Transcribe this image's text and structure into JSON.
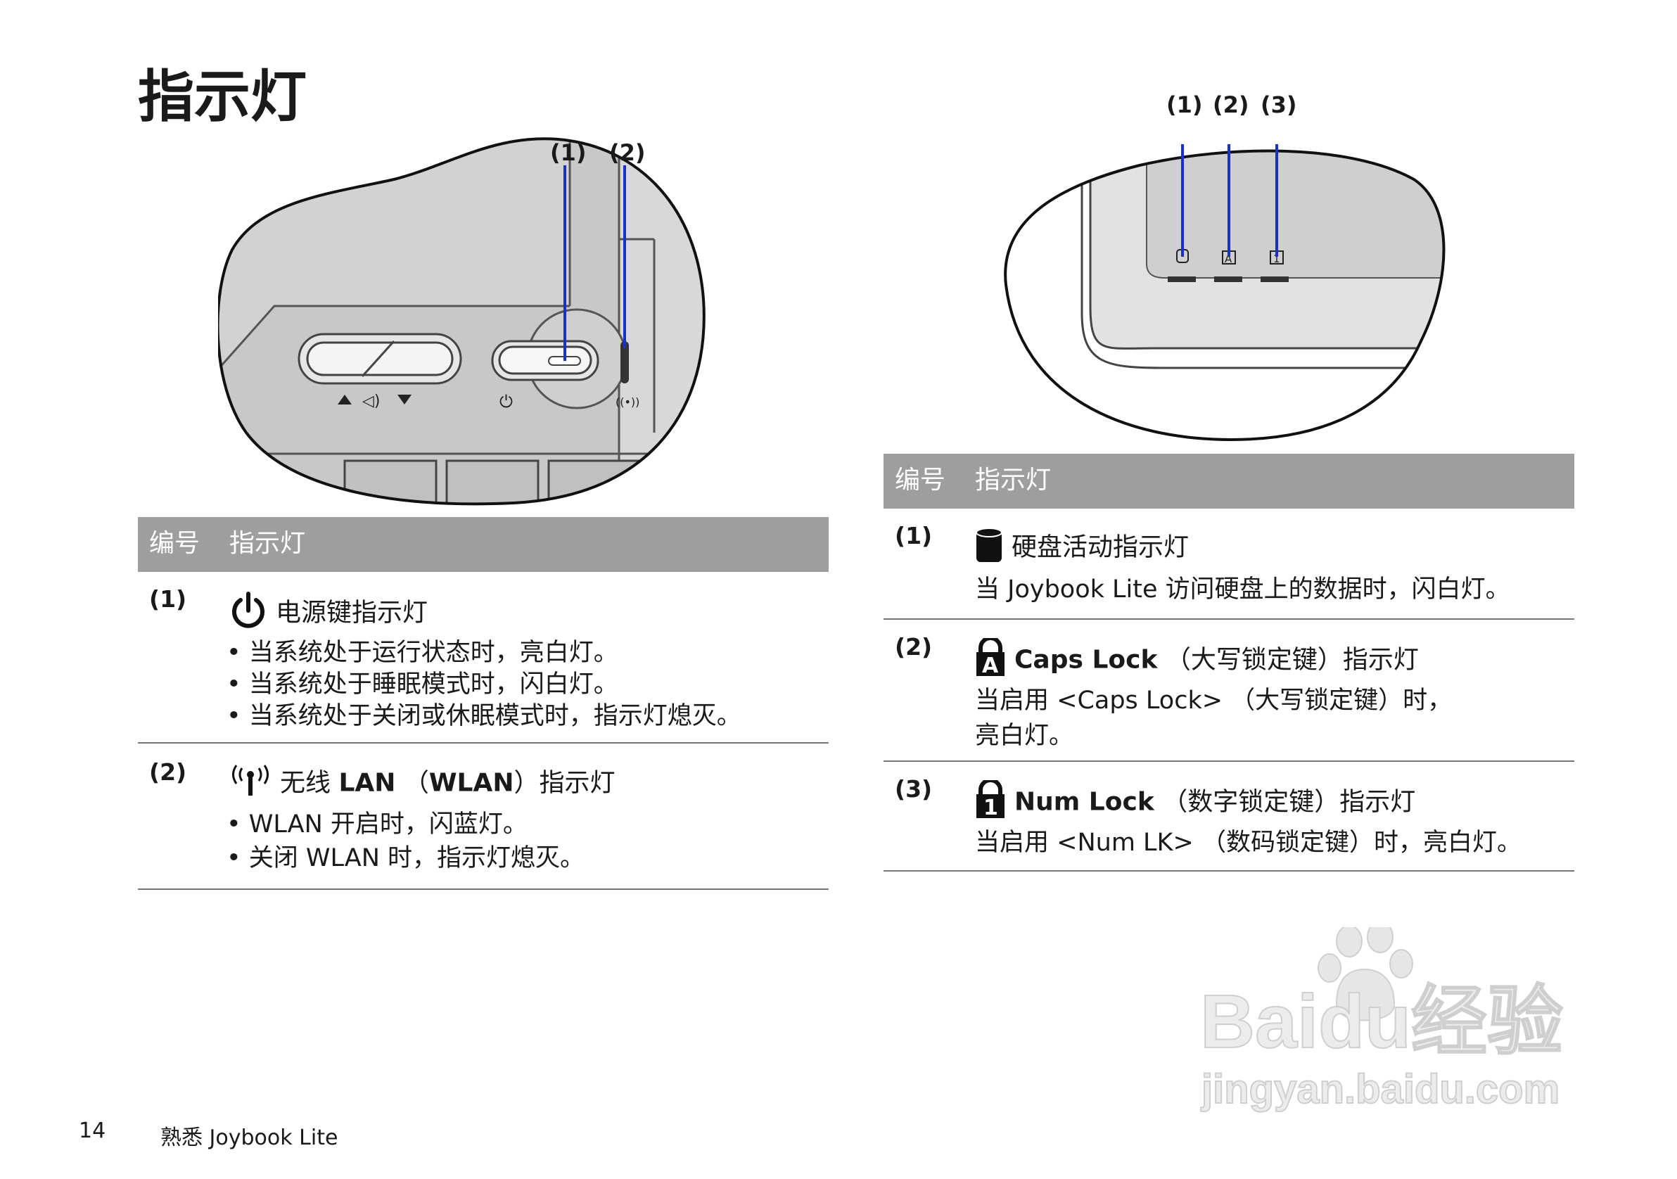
{
  "page": {
    "title": "指示灯",
    "number": "14",
    "footer": "熟悉 Joybook Lite"
  },
  "left_illustration": {
    "callouts": [
      "(1)",
      "(2)"
    ]
  },
  "right_illustration": {
    "callouts": [
      "(1)",
      "(2)",
      "(3)"
    ]
  },
  "left_table": {
    "header": {
      "col_number": "编号",
      "col_indicator": "指示灯"
    },
    "rows": [
      {
        "number": "(1)",
        "icon": "power-icon",
        "title": "电源键指示灯",
        "lines": [
          "• 当系统处于运行状态时，亮白灯。",
          "• 当系统处于睡眠模式时，闪白灯。",
          "• 当系统处于关闭或休眠模式时，指示灯熄灭。"
        ]
      },
      {
        "number": "(2)",
        "icon": "wlan-icon",
        "title_a": "无线 ",
        "title_b": "LAN",
        "title_c": " （",
        "title_d": "WLAN",
        "title_e": "）指示灯",
        "lines": [
          "• WLAN 开启时，闪蓝灯。",
          "• 关闭 WLAN 时，指示灯熄灭。"
        ]
      }
    ]
  },
  "right_table": {
    "header": {
      "col_number": "编号",
      "col_indicator": "指示灯"
    },
    "rows": [
      {
        "number": "(1)",
        "icon": "hard-disk-icon",
        "title": "硬盘活动指示灯",
        "lines": [
          "当 Joybook Lite 访问硬盘上的数据时，闪白灯。"
        ]
      },
      {
        "number": "(2)",
        "icon": "caps-lock-icon",
        "title_bold": "Caps Lock",
        "title_rest": " （大写锁定键）指示灯",
        "lines": [
          "当启用 <Caps Lock> （大写锁定键）时，",
          "亮白灯。"
        ]
      },
      {
        "number": "(3)",
        "icon": "num-lock-icon",
        "title_bold": "Num Lock",
        "title_rest": " （数字锁定键）指示灯",
        "lines": [
          "当启用 <Num LK> （数码锁定键）时，亮白灯。"
        ]
      }
    ]
  },
  "watermark": {
    "brand": "Baidu",
    "suffix": "经验",
    "url": "jingyan.baidu.com"
  }
}
